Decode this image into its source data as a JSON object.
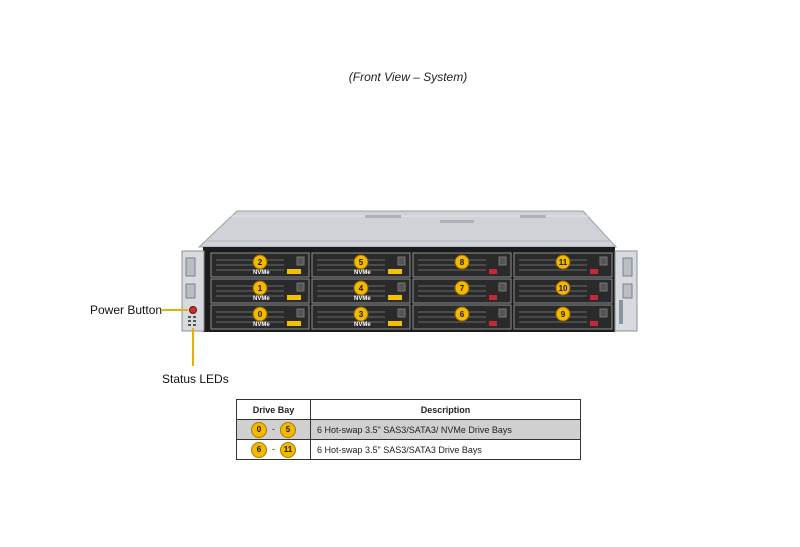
{
  "caption": "(Front View – System)",
  "callouts": {
    "power_button": "Power Button",
    "status_leds": "Status LEDs"
  },
  "server": {
    "nvme_label": "NVMe",
    "bays": [
      {
        "id": "0",
        "nvme": true
      },
      {
        "id": "1",
        "nvme": true
      },
      {
        "id": "2",
        "nvme": true
      },
      {
        "id": "3",
        "nvme": true
      },
      {
        "id": "4",
        "nvme": true
      },
      {
        "id": "5",
        "nvme": true
      },
      {
        "id": "6",
        "nvme": false
      },
      {
        "id": "7",
        "nvme": false
      },
      {
        "id": "8",
        "nvme": false
      },
      {
        "id": "9",
        "nvme": false
      },
      {
        "id": "10",
        "nvme": false
      },
      {
        "id": "11",
        "nvme": false
      }
    ]
  },
  "table": {
    "headers": {
      "bay": "Drive Bay",
      "description": "Description"
    },
    "rows": [
      {
        "from": "0",
        "sep": "-",
        "to": "5",
        "description": "6 Hot-swap 3.5\" SAS3/SATA3/ NVMe Drive  Bays"
      },
      {
        "from": "6",
        "sep": "-",
        "to": "11",
        "description": "6 Hot-swap 3.5\" SAS3/SATA3 Drive Bays"
      }
    ]
  },
  "colors": {
    "badge": "#f3b800",
    "nvme_tab": "#f2c200",
    "sata_tab": "#c4283a",
    "panel": "#1c1c1c",
    "chassis_top": "#cfd3d8"
  }
}
